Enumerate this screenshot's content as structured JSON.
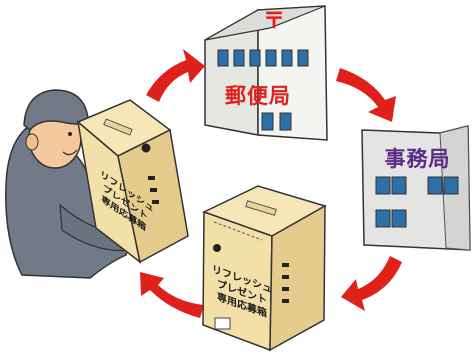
{
  "post_office": {
    "mark": "〒",
    "label": "郵便局"
  },
  "head_office": {
    "label": "事務局"
  },
  "box_front": {
    "line1": "リフレッシュ",
    "line2": "プレゼント",
    "line3": "専用応募箱"
  },
  "box_carried": {
    "line1": "リフレッシュ",
    "line2": "プレゼント",
    "line3": "専用応募箱"
  },
  "colors": {
    "arrow": "#e0201a",
    "post_label": "#e0201a",
    "office_label": "#5b2a86",
    "window": "#2e6fa8",
    "box": "#f3dfa8",
    "uniform": "#717a87"
  }
}
